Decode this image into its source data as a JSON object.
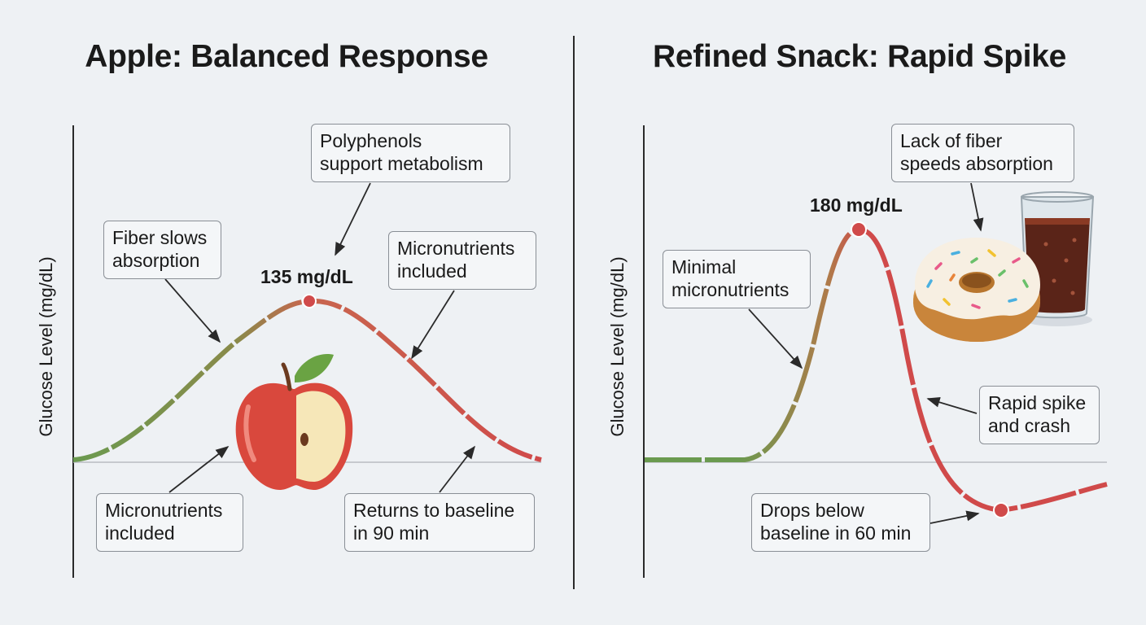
{
  "left_panel": {
    "title": "Apple: Balanced Response",
    "y_axis_label": "Glucose Level (mg/dL)",
    "peak_label": "135 mg/dL",
    "callouts": {
      "polyphenols": "Polyphenols\nsupport metabolism",
      "fiber": "Fiber slows\nabsorption",
      "micronutrients_top": "Micronutrients\nincluded",
      "micronutrients_bottom": "Micronutrients\nincluded",
      "baseline": "Returns to baseline\nin 90 min"
    },
    "curve_color_start": "#6a9a4f",
    "curve_color_end": "#d04a4a"
  },
  "right_panel": {
    "title": "Refined Snack: Rapid Spike",
    "y_axis_label": "Glucose Level (mg/dL)",
    "peak_label": "180 mg/dL",
    "callouts": {
      "fiber": "Lack of fiber\nspeeds absorption",
      "micronutrients": "Minimal\nmicronutrients",
      "spike": "Rapid spike\nand crash",
      "baseline": "Drops below\nbaseline in 60 min"
    },
    "curve_color_start": "#6a9a4f",
    "curve_color_end": "#d04a4a"
  },
  "icons": [
    "apple-icon",
    "donut-icon",
    "soda-glass-icon"
  ]
}
